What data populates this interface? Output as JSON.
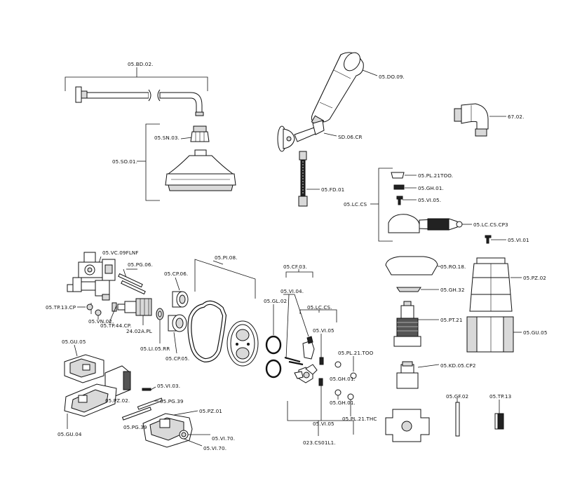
{
  "labels": {
    "bd02": "05.BD.02.",
    "sn03": "05.SN.03.",
    "so01": "05.SO.01.",
    "do09": "05.DO.09.",
    "sd06": "SD.06.CR",
    "fd01": "05.FD.01",
    "g6702": "67.02.",
    "pl21too_top": "05.PL.21TOO.",
    "gh01_top": "05.GH.01.",
    "vi05_top": "05.VI.05.",
    "lccs": "05.LC.CS",
    "lccscp3": "05.LC.CS.CP3",
    "vi01": "05.VI.01",
    "vc09": "05.VC.09FLNF",
    "pg06": "05.PG.06.",
    "tp13cp": "05.TP.13.CP",
    "vn02": "05.VN.02.",
    "tp44": "05.TP.44.CP.",
    "a2402": "24.02A.PL",
    "cp06": "05.CP.06.",
    "li05": "05.LI.05.RR",
    "cp05": "05.CP.05.",
    "pi08": "05.PI.08.",
    "gl02": "05.GL.02",
    "cf03": "05.CF.03.",
    "vi04": "05.VI.04.",
    "lccs_mid": "05.LC.CS.",
    "vi05_mid": "05.VI.05",
    "pl21too_mid": "05.PL.21.TOO",
    "gh01_mid1": "05.GH.01.",
    "gh01_mid2": "05.GH.01.",
    "vi05_low": "05.VI.05",
    "pl21thc": "05.PL.21.THC",
    "cs01": "023.CS01L1.",
    "ro18": "05.RO.18.",
    "pz02_right": "05.PZ.02",
    "gh32": "05.GH.32",
    "pt21": "05.PT.21",
    "gu05_right": "05.GU.05",
    "kd05": "05.KD.05.CP2",
    "gf02": "05.GF.02",
    "tp13": "05.TP.13",
    "gu05_left": "05.GU.05",
    "pz02_left": "05.PZ.02.",
    "vi03": "05.VI.03.",
    "pg39_a": "05.PG.39",
    "pz01": "05.PZ.01",
    "pg39_b": "05.PG.39",
    "gu04": "05.GU.04",
    "vi70_a": "05.VI.70.",
    "vi70_b": "05.VI.70."
  },
  "icons": [
    "shower-arm",
    "shower-head",
    "hand-shower",
    "wall-bracket",
    "flexible-hose",
    "wall-elbow",
    "lever-handle",
    "valve-body",
    "cartridge",
    "escutcheon-plate",
    "o-ring",
    "cross-handle",
    "diverter-body",
    "screw",
    "spindle"
  ]
}
